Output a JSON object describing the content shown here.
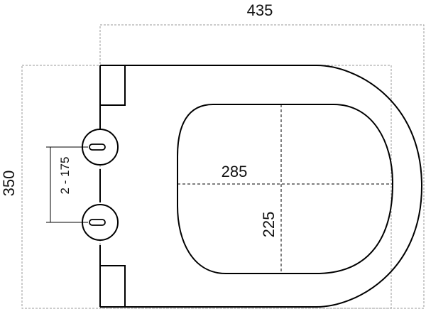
{
  "diagram": {
    "dimensions": {
      "overall_length": "435",
      "overall_width": "350",
      "opening_length": "285",
      "opening_width": "225",
      "hinge_spacing": "2 - 175"
    },
    "colors": {
      "outline": "#000000",
      "dashed_frame": "#9a9a9a",
      "text": "#111111"
    }
  }
}
